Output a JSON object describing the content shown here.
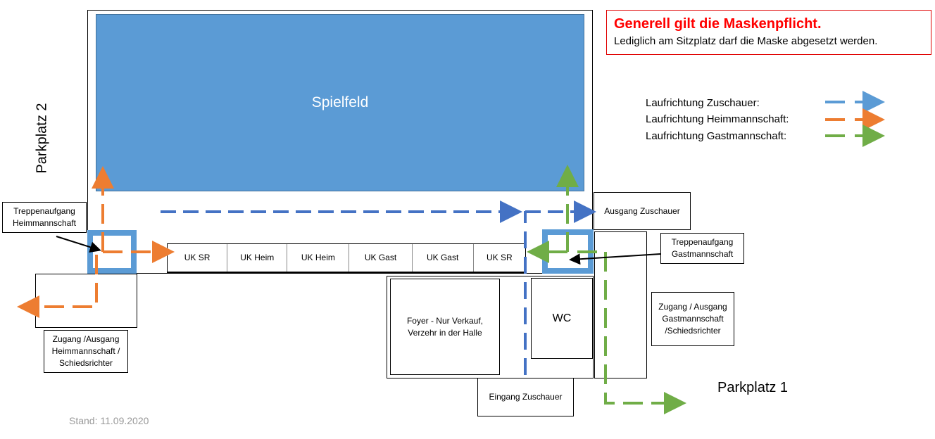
{
  "notice": {
    "headline": "Generell gilt die Maskenpflicht.",
    "subline": "Lediglich am Sitzplatz darf die Maske abgesetzt werden."
  },
  "field_label": "Spielfeld",
  "parking": {
    "left": "Parkplatz 2",
    "right": "Parkplatz 1"
  },
  "legend": [
    {
      "label": "Laufrichtung Zuschauer:",
      "color": "#5b9bd5"
    },
    {
      "label": "Laufrichtung Heimmannschaft:",
      "color": "#ed7d31"
    },
    {
      "label": "Laufrichtung Gastmannschaft:",
      "color": "#70ad47"
    }
  ],
  "rooms": {
    "changing": [
      "UK SR",
      "UK Heim",
      "UK Heim",
      "UK Gast",
      "UK Gast",
      "UK SR"
    ],
    "stairs_home": "Treppenaufgang Heimmannschaft",
    "stairs_guest": "Treppenaufgang Gastmannschaft",
    "exit_spectators": "Ausgang Zuschauer",
    "entrance_home": "Zugang /Ausgang Heimmannschaft / Schiedsrichter",
    "entrance_guest": "Zugang / Ausgang Gastmannschaft /Schiedsrichter",
    "foyer": "Foyer - Nur Verkauf, Verzehr in der Halle",
    "wc": "WC",
    "entrance_spectators": "Eingang  Zuschauer"
  },
  "stand": "Stand: 11.09.2020"
}
